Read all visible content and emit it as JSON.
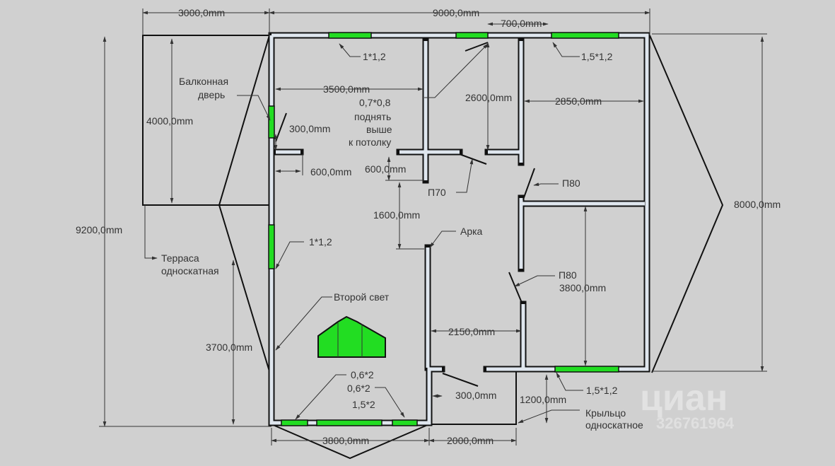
{
  "dimensions": {
    "terrace_width": "3000,0mm",
    "house_width": "9000,0mm",
    "window_offset": "700,0mm",
    "kitchen_width": "3500,0mm",
    "hall_depth": "2600,0mm",
    "bedroom_width": "2850,0mm",
    "terrace_depth": "4000,0mm",
    "door_offset": "300,0mm",
    "closet_width": "600,0mm",
    "partition_gap": "600,0mm",
    "passage_depth": "1600,0mm",
    "total_depth": "9200,0mm",
    "right_depth": "8000,0mm",
    "bedroom_depth": "3800,0mm",
    "lower_left_depth": "3700,0mm",
    "hall_width": "2150,0mm",
    "bottom_door_offset": "300,0mm",
    "porch_depth": "1200,0mm",
    "bottom_left_width": "3800,0mm",
    "porch_width": "2000,0mm"
  },
  "labels": {
    "window_top_left": "1*1,2",
    "window_top_right": "1,5*1,2",
    "window_small": "0,7*0,8",
    "window_small_note": [
      "поднять",
      "выше",
      "к потолку"
    ],
    "balcony_door": [
      "Балконная",
      "дверь"
    ],
    "door_p70": "П70",
    "door_p80_top": "П80",
    "door_p80_bottom": "П80",
    "arch": "Арка",
    "window_left": "1*1,2",
    "terrace": [
      "Терраса",
      "односкатная"
    ],
    "second_light": "Второй свет",
    "window_bottom_a": "0,6*2",
    "window_bottom_b": "0,6*2",
    "window_bottom_c": "1,5*2",
    "window_bottom_right": "1,5*1,2",
    "porch": [
      "Крыльцо",
      "односкатное"
    ]
  },
  "watermark": {
    "brand": "циан",
    "id": "326761964"
  },
  "colors": {
    "window": "#22dd22",
    "background": "#d0d0d0"
  }
}
